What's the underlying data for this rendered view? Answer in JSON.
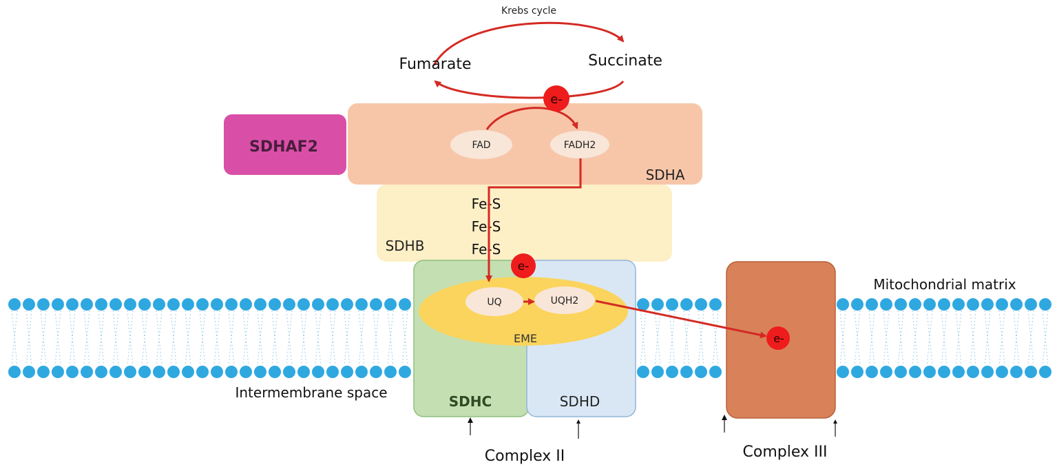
{
  "labels": {
    "krebs_cycle": "Krebs cycle",
    "fumarate": "Fumarate",
    "succinate": "Succinate",
    "electron_top": "e-",
    "electron_middle": "e-",
    "electron_right": "e-",
    "sdhaf2": "SDHAF2",
    "fad": "FAD",
    "fadh2": "FADH2",
    "sdha": "SDHA",
    "fes_1": "Fe-S",
    "fes_2": "Fe-S",
    "fes_3": "Fe-S",
    "sdhb": "SDHB",
    "uq": "UQ",
    "uqh2": "UQH2",
    "eme": "EME",
    "sdhc": "SDHC",
    "sdhd": "SDHD",
    "mitochondrial_matrix": "Mitochondrial matrix",
    "intermembrane_space": "Intermembrane space",
    "complex_ii": "Complex II",
    "complex_iii": "Complex III"
  },
  "colors": {
    "arrow_red": "#d42a23",
    "electron_red": "#ee1c1c",
    "sdhaf2": "#d94fa8",
    "sdha": "#f7c6a9",
    "sdhb": "#fdefc6",
    "sdhc": "#c4dfb1",
    "sdhd": "#d9e7f5",
    "eme": "#fbd45d",
    "complex_iii": "#d98259",
    "lipid_head": "#2fa8e0",
    "cofactor_oval": "#f8e6d8"
  }
}
